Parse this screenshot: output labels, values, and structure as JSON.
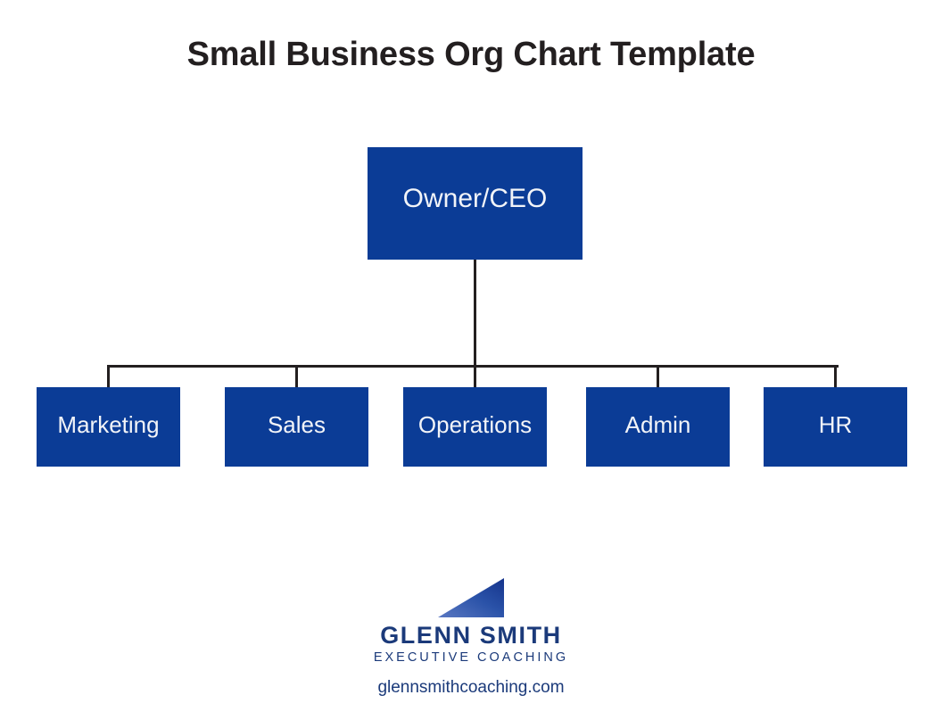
{
  "title": "Small Business Org Chart Template",
  "colors": {
    "node_fill": "#0B3C96",
    "node_text": "#f2f4f8",
    "connector": "#231f20",
    "title_text": "#231f20",
    "brand_navy": "#1b3a7a",
    "logo_gradient_light": "#5a78c2",
    "logo_gradient_dark": "#15348c",
    "background": "#ffffff"
  },
  "chart_data": {
    "type": "org-chart",
    "root": {
      "id": "ceo",
      "label": "Owner/CEO"
    },
    "children": [
      {
        "id": "marketing",
        "label": "Marketing"
      },
      {
        "id": "sales",
        "label": "Sales"
      },
      {
        "id": "operations",
        "label": "Operations"
      },
      {
        "id": "admin",
        "label": "Admin"
      },
      {
        "id": "hr",
        "label": "HR"
      }
    ],
    "levels": 2,
    "child_count": 5
  },
  "logo": {
    "wordmark": "GLENN SMITH",
    "tagline": "EXECUTIVE COACHING"
  },
  "footer": {
    "url": "glennsmithcoaching.com"
  }
}
